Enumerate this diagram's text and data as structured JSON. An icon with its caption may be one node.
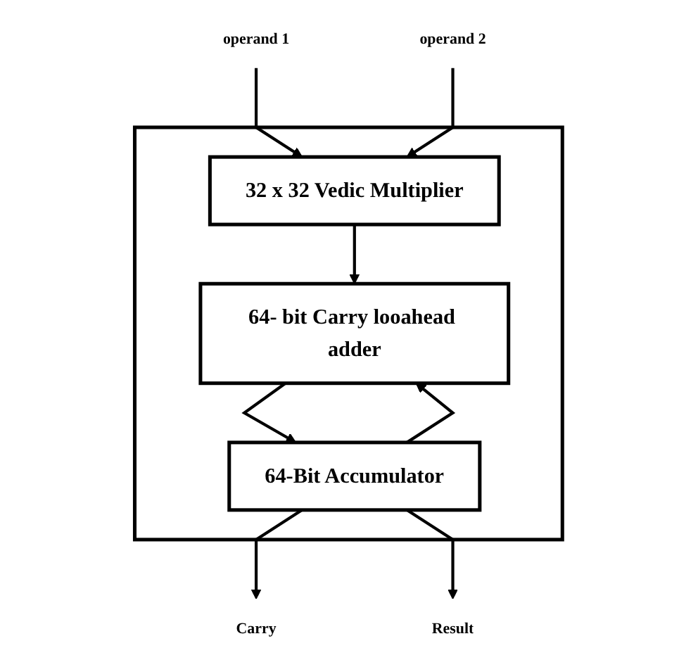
{
  "diagram": {
    "nodes": [
      {
        "text": [
          "operand 1"
        ]
      },
      {
        "text": [
          "operand 2"
        ]
      },
      {
        "text": [],
        "shape": "box"
      },
      {
        "text": [
          "32 x 32 Vedic Multiplier"
        ],
        "in": 2
      },
      {
        "text": [
          "64- bit Carry looahead adder"
        ],
        "in": 2
      },
      {
        "text": [
          "64-Bit Accumulator"
        ],
        "in": 2
      },
      {
        "text": [
          "Carry"
        ]
      },
      {
        "text": [
          "Result"
        ]
      }
    ],
    "edges": [
      {
        "from": 0,
        "to": 3,
        "arrow": "to"
      },
      {
        "from": 1,
        "to": 3,
        "arrow": "to"
      },
      {
        "from": 3,
        "to": 4,
        "arrow": "to"
      },
      {
        "from": 5,
        "to": 4,
        "arrow": "to"
      },
      {
        "from": 4,
        "to": 5,
        "arrow": "to"
      },
      {
        "from": 5,
        "to": 6,
        "arrow": "to"
      },
      {
        "from": 5,
        "to": 7,
        "arrow": "to"
      }
    ]
  }
}
